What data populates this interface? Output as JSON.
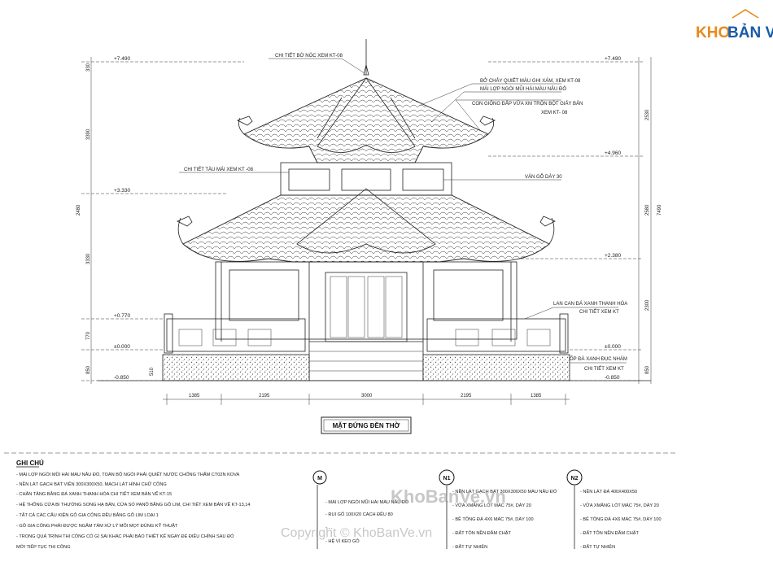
{
  "logo": {
    "text_a": "KHO",
    "text_b": "BẢN VẼ"
  },
  "title": "MẶT ĐỨNG ĐỀN THỜ",
  "levels": {
    "left": [
      "+7.490",
      "+3.330",
      "+0.770",
      "±0.000",
      "-0.850"
    ],
    "right": [
      "+7.490",
      "+4.960",
      "+2.380",
      "±0.000",
      "-0.850"
    ]
  },
  "callouts": {
    "c1": "CHI TIẾT BỜ NÓC XEM KT-08",
    "c2": "BỞ CHẢY QUIẾT MÀU GHI XÁM, XEM KT-08",
    "c3": "MÁI LỢP NGÓI MŨI HÀI MÀU NÂU ĐỎ",
    "c4": "CON GIỐNG ĐẮP VỮA XM TRỘN BỘT GIẤY BẢN",
    "c4b": "XEM KT- 08",
    "c5": "CHI TIẾT TÀU MÁI XEM KT -08",
    "c6": "VÁN GỖ DÀY 30",
    "c7": "LAN CAN ĐÁ XANH THANH HÓA",
    "c7b": "CHI TIẾT XEM KT",
    "c8": "ỐP ĐÁ XANH ĐỤC NHÁM",
    "c8b": "CHI TIẾT XEM KT"
  },
  "dims_bottom": [
    "1385",
    "2195",
    "3000",
    "2195",
    "1385"
  ],
  "dims_left": [
    "330",
    "3390",
    "2480",
    "3330",
    "770",
    "510",
    "850"
  ],
  "dims_right": [
    "2530",
    "2580",
    "2300",
    "850",
    "7490"
  ],
  "notes": {
    "header": "GHI CHÚ",
    "items": [
      "- MÁI LỢP NGÓI MŨI HÀI MÀU NÂU ĐỎ, TOÀN BỘ NGÓI PHẢI QUIẾT NƯỚC CHỐNG THẤM CT02N KOVA",
      "- NỀN LÁT GẠCH BÁT VIÊN 300X300X50, MẠCH LÁT HÌNH CHỮ CÔNG",
      "- CHÂN TẢNG BẰNG ĐÁ XANH THANH HÓA CHI TIẾT XEM BẢN VẼ KT-15",
      "- HỆ THỐNG CỬA BI THƯỜNG SONG HẠ BẢN, CỬA SỔ PANÔ BẰNG GỖ LIM, CHI TIẾT XEM BẢN VẼ KT-13,14",
      "- TẤT CẢ CÁC CẤU KIỆN GỖ GIA CÔNG ĐỀU BẰNG GỖ LIM LOẠI 1",
      "- GỖ GIA CÔNG PHẢI ĐƯỢC NGÂM TẨM XỬ LÝ MỐI MỌT ĐÚNG KỸ THUẬT",
      "- TRONG QUÁ TRÌNH THI CÔNG CÓ GÌ SAI KHÁC PHẢI BÁO THIẾT KẾ NGAY ĐỂ ĐIỀU CHỈNH SAU ĐÓ",
      "MỚI TIẾP TỤC THI CÔNG"
    ]
  },
  "legend_m": {
    "mark": "M",
    "items": [
      "- MÁI LỢP NGÓI MŨI HÀI MÀU NÂU ĐỎ",
      "- RUI GỖ 100X20 CÁCH ĐỀU 80",
      "- ...",
      "- HỆ VÌ KÈO GỖ"
    ]
  },
  "legend_n1": {
    "mark": "N1",
    "items": [
      "- NỀN LÁT GẠCH BÁT 300X300X50 MÀU NÂU ĐỎ",
      "- VỮA XMĂNG LÓT MÁC 75#, DÀY 20",
      "- BÊ TÔNG ĐÁ 4X6 MÁC 75#, DÀY 100",
      "- ĐẤT TÔN NỀN ĐẦM CHẶT",
      "- ĐẤT TỰ NHIÊN"
    ]
  },
  "legend_n2": {
    "mark": "N2",
    "items": [
      "- NỀN LÁT ĐÁ 400X400X50",
      "- VỮA XMĂNG LÓT MÁC 75#, DÀY 20",
      "- BÊ TÔNG ĐÁ 4X6 MÁC 75#, DÀY 100",
      "- ĐẤT TÔN NỀN ĐẦM CHẶT",
      "- ĐẤT TỰ NHIÊN"
    ]
  },
  "watermark": {
    "logo": "KhoBanVe.vn",
    "copyright": "Copyright © KhoBanVe.vn"
  },
  "colors": {
    "logo_orange": "#e8891c",
    "logo_blue": "#1a5aa8",
    "line": "#222222",
    "watermark": "#9a9a9a"
  }
}
